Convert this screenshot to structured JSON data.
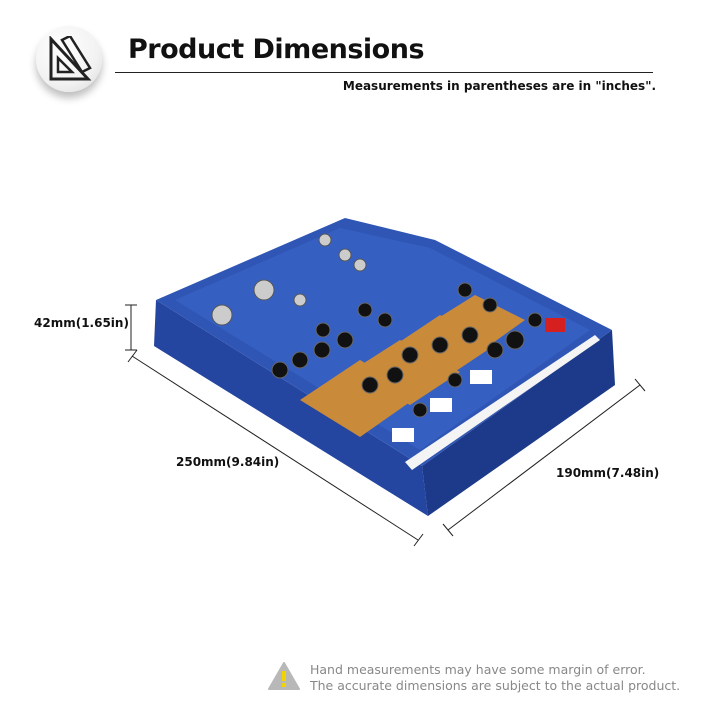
{
  "header": {
    "title": "Product Dimensions",
    "subtitle": "Measurements in parentheses are in \"inches\"."
  },
  "dimensions": {
    "height": "42mm(1.65in)",
    "width": "250mm(9.84in)",
    "depth": "190mm(7.48in)"
  },
  "footer": {
    "line1": "Hand measurements may have some margin of error.",
    "line2": "The accurate dimensions are subject to the actual product."
  },
  "colors": {
    "body": "#2a4fa8",
    "panel": "#c98a3a",
    "warning": "#f2d200"
  }
}
